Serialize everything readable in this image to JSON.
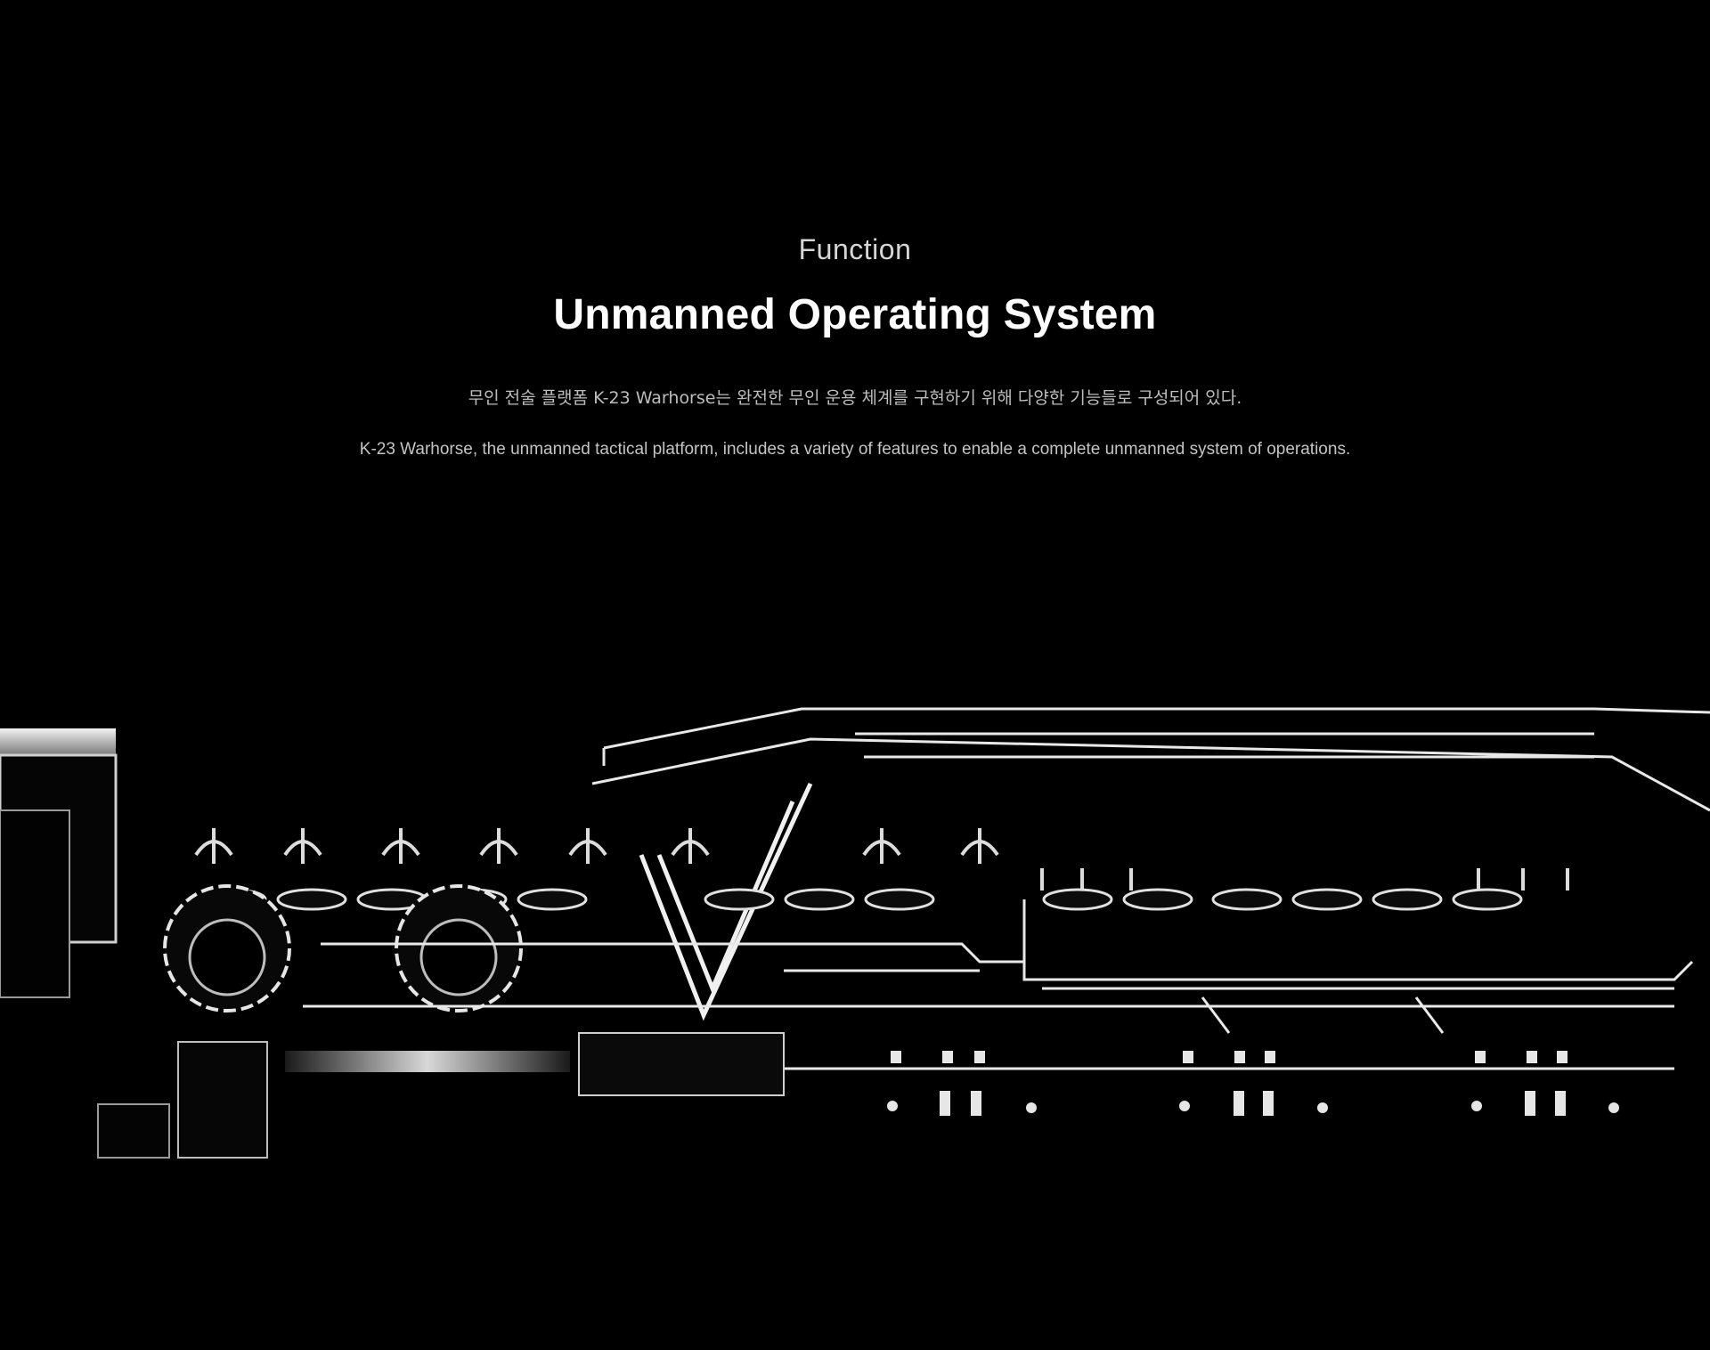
{
  "section": {
    "eyebrow": "Function",
    "title": "Unmanned Operating System",
    "description_ko": "무인 전술 플랫폼 K-23 Warhorse는 완전한 무인 운용 체계를 구현하기 위해 다양한 기능들로 구성되어 있다.",
    "description_en": "K-23 Warhorse, the unmanned tactical platform, includes a variety of features to enable a complete unmanned system of operations."
  },
  "illustration": {
    "subject": "unmanned-vehicle-chassis-render",
    "stroke_color": "#e6e6e6",
    "background_color": "#000000"
  }
}
